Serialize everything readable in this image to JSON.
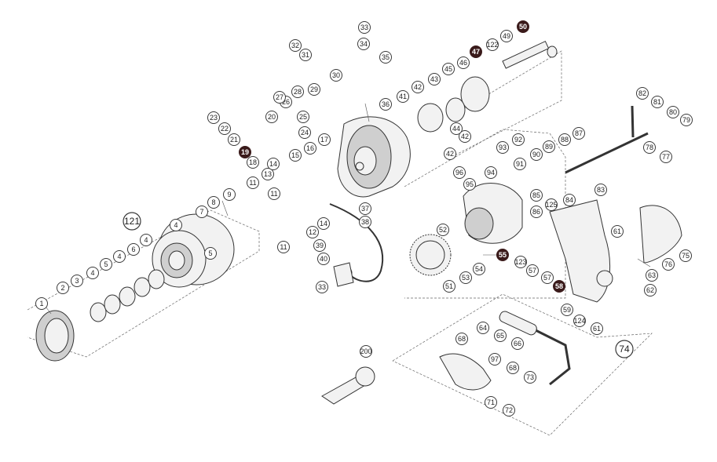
{
  "callouts": [
    {
      "n": "1"
    },
    {
      "n": "2"
    },
    {
      "n": "3"
    },
    {
      "n": "4"
    },
    {
      "n": "4"
    },
    {
      "n": "4"
    },
    {
      "n": "4"
    },
    {
      "n": "5"
    },
    {
      "n": "5"
    },
    {
      "n": "6"
    },
    {
      "n": "7"
    },
    {
      "n": "8"
    },
    {
      "n": "9"
    },
    {
      "n": "11"
    },
    {
      "n": "11"
    },
    {
      "n": "11"
    },
    {
      "n": "12"
    },
    {
      "n": "13"
    },
    {
      "n": "14"
    },
    {
      "n": "14"
    },
    {
      "n": "15"
    },
    {
      "n": "16"
    },
    {
      "n": "17"
    },
    {
      "n": "18"
    },
    {
      "n": "19",
      "dark": true
    },
    {
      "n": "20"
    },
    {
      "n": "21"
    },
    {
      "n": "22"
    },
    {
      "n": "23"
    },
    {
      "n": "24"
    },
    {
      "n": "25"
    },
    {
      "n": "26"
    },
    {
      "n": "27"
    },
    {
      "n": "28"
    },
    {
      "n": "29"
    },
    {
      "n": "30"
    },
    {
      "n": "31"
    },
    {
      "n": "32"
    },
    {
      "n": "33"
    },
    {
      "n": "33"
    },
    {
      "n": "34"
    },
    {
      "n": "35"
    },
    {
      "n": "36"
    },
    {
      "n": "37"
    },
    {
      "n": "38"
    },
    {
      "n": "39"
    },
    {
      "n": "40"
    },
    {
      "n": "41"
    },
    {
      "n": "42"
    },
    {
      "n": "42"
    },
    {
      "n": "42"
    },
    {
      "n": "43"
    },
    {
      "n": "44"
    },
    {
      "n": "45"
    },
    {
      "n": "46"
    },
    {
      "n": "47",
      "dark": true
    },
    {
      "n": "49"
    },
    {
      "n": "50",
      "dark": true
    },
    {
      "n": "51"
    },
    {
      "n": "52"
    },
    {
      "n": "53"
    },
    {
      "n": "54"
    },
    {
      "n": "55",
      "dark": true
    },
    {
      "n": "57"
    },
    {
      "n": "57"
    },
    {
      "n": "58",
      "dark": true
    },
    {
      "n": "59"
    },
    {
      "n": "61"
    },
    {
      "n": "61"
    },
    {
      "n": "62"
    },
    {
      "n": "63"
    },
    {
      "n": "64"
    },
    {
      "n": "65"
    },
    {
      "n": "66"
    },
    {
      "n": "68"
    },
    {
      "n": "68"
    },
    {
      "n": "71"
    },
    {
      "n": "72"
    },
    {
      "n": "73"
    },
    {
      "n": "74",
      "big": true
    },
    {
      "n": "75"
    },
    {
      "n": "76"
    },
    {
      "n": "77"
    },
    {
      "n": "78"
    },
    {
      "n": "79"
    },
    {
      "n": "80"
    },
    {
      "n": "81"
    },
    {
      "n": "82"
    },
    {
      "n": "83"
    },
    {
      "n": "84"
    },
    {
      "n": "85"
    },
    {
      "n": "86"
    },
    {
      "n": "87"
    },
    {
      "n": "88"
    },
    {
      "n": "89"
    },
    {
      "n": "90"
    },
    {
      "n": "91"
    },
    {
      "n": "92"
    },
    {
      "n": "93"
    },
    {
      "n": "94"
    },
    {
      "n": "95"
    },
    {
      "n": "96"
    },
    {
      "n": "97"
    },
    {
      "n": "121",
      "big": true
    },
    {
      "n": "122"
    },
    {
      "n": "123"
    },
    {
      "n": "124"
    },
    {
      "n": "125"
    },
    {
      "n": "200"
    }
  ]
}
